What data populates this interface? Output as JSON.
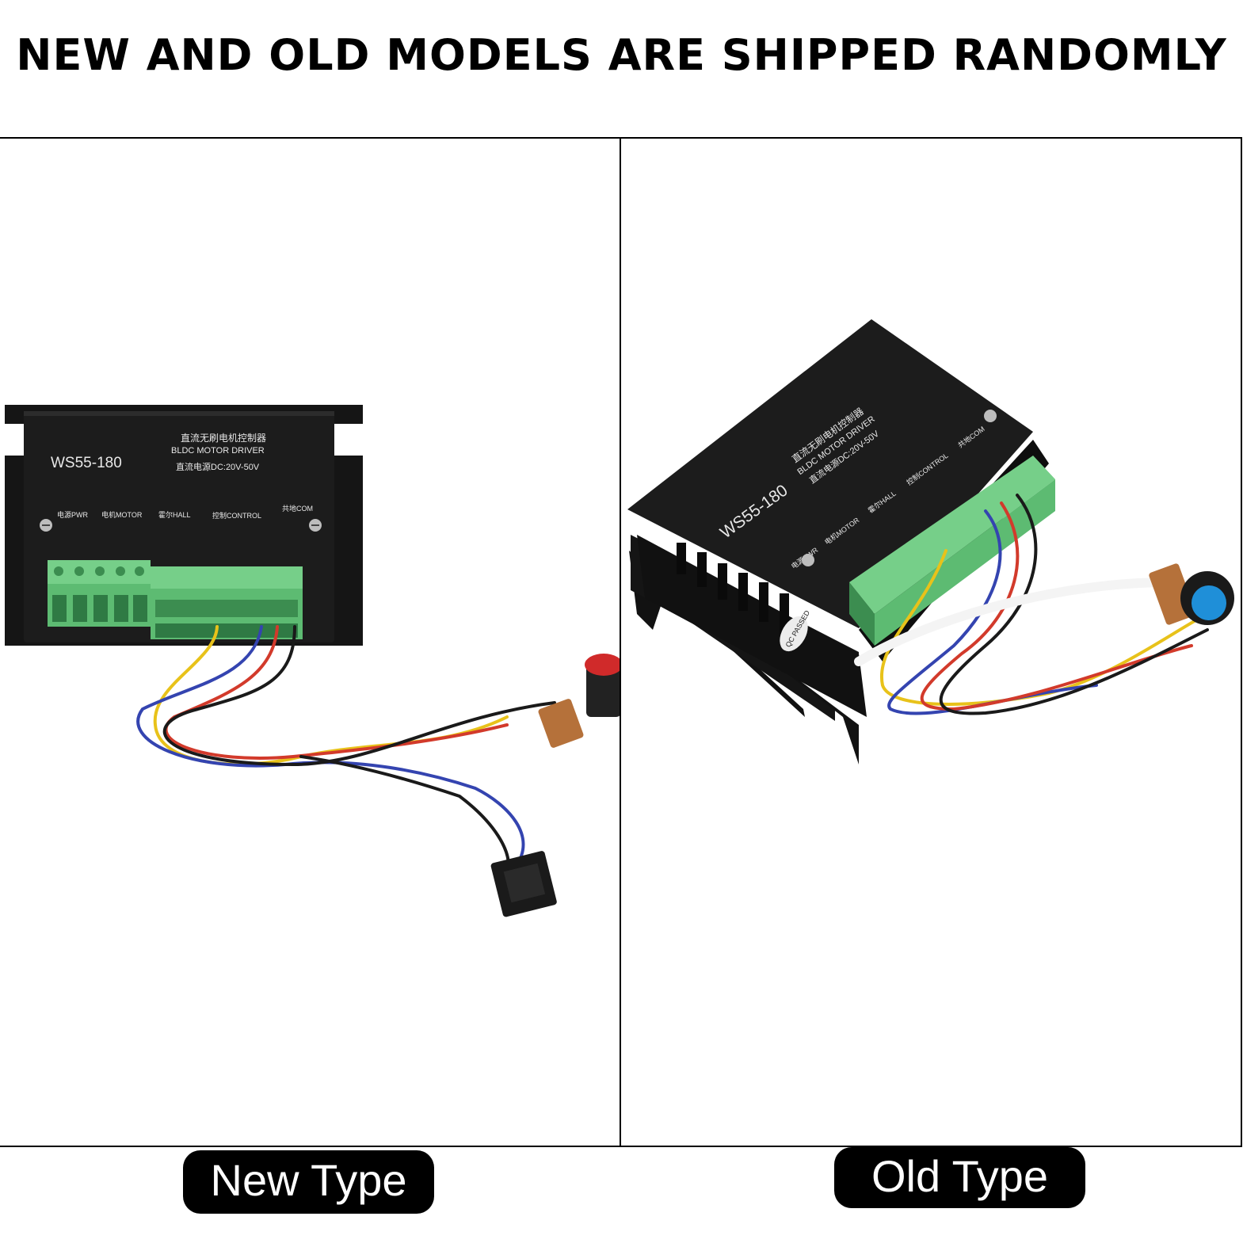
{
  "headline": "NEW AND OLD MODELS ARE SHIPPED RANDOMLY",
  "labels": {
    "new": "New Type",
    "old": "Old Type"
  },
  "device": {
    "model": "WS55-180",
    "title_cn": "直流无刷电机控制器",
    "title_en": "BLDC MOTOR DRIVER",
    "power_spec": "直流电源DC:20V-50V",
    "group_pwr": "电源PWR",
    "group_motor": "电机MOTOR",
    "group_hall": "霍尔HALL",
    "group_control": "控制CONTROL",
    "group_com": "共地COM",
    "qc_stamp": "QC PASSED"
  },
  "colors": {
    "device_body": "#1c1c1c",
    "terminal_green": "#5dbb72",
    "wire_yellow": "#e8c21a",
    "wire_red": "#d23a2b",
    "wire_blue": "#3444b0",
    "wire_black": "#1a1a1a",
    "knob_red": "#d02a2a",
    "knob_blue": "#1f8fd8"
  }
}
